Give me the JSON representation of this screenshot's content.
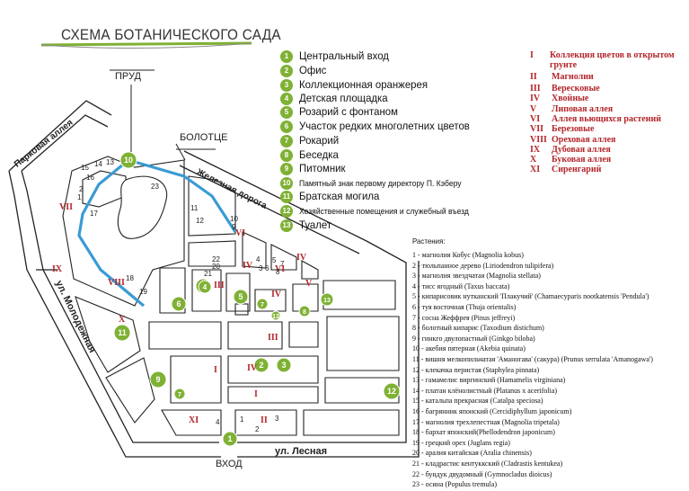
{
  "title": "СХЕМА БОТАНИЧЕСКОГО САДА",
  "map_labels": {
    "pond": "ПРУД",
    "swamp": "БОЛОТЦЕ",
    "park_alley": "Парковая аллея",
    "railway": "Железная дорога",
    "molodezhnaya": "ул. Молодежная",
    "lesnaya": "ул. Лесная",
    "entrance": "ВХОД"
  },
  "legend": [
    {
      "num": "1",
      "text": "Центральный вход"
    },
    {
      "num": "2",
      "text": "Офис"
    },
    {
      "num": "3",
      "text": "Коллекционная оранжерея"
    },
    {
      "num": "4",
      "text": "Детская площадка"
    },
    {
      "num": "5",
      "text": "Розарий с фонтаном"
    },
    {
      "num": "6",
      "text": "Участок редких многолетних цветов"
    },
    {
      "num": "7",
      "text": "Рокарий"
    },
    {
      "num": "8",
      "text": "Беседка"
    },
    {
      "num": "9",
      "text": "Питомник"
    },
    {
      "num": "10",
      "text": "Памятный знак первому директору П. Кэберу"
    },
    {
      "num": "11",
      "text": "Братская могила"
    },
    {
      "num": "12",
      "text": "Хозяйственные помещения и служебный въезд"
    },
    {
      "num": "13",
      "text": "Туалет"
    }
  ],
  "alleys": [
    {
      "roman": "I",
      "text": "Коллекция цветов в открытом грунте"
    },
    {
      "roman": "II",
      "text": "Магнолии"
    },
    {
      "roman": "III",
      "text": "Вересковые"
    },
    {
      "roman": "IV",
      "text": "Хвойные"
    },
    {
      "roman": "V",
      "text": "Липовая аллея"
    },
    {
      "roman": "VI",
      "text": "Аллея вьющихся растений"
    },
    {
      "roman": "VII",
      "text": "Березовые"
    },
    {
      "roman": "VIII",
      "text": "Ореховая аллея"
    },
    {
      "roman": "IX",
      "text": "Дубовая аллея"
    },
    {
      "roman": "X",
      "text": "Буковая аллея"
    },
    {
      "roman": "XI",
      "text": "Сиренгарий"
    }
  ],
  "plants_title": "Растения:",
  "plants": [
    "1 - магнолия Кобус (Magnolia kobus)",
    "2 - тюльпанное дерево (Liriodendron tulipifera)",
    "3 - магнолия звездчатая (Magnolia stellata)",
    "4 - тисс ягодный (Taxus baccata)",
    "5 - кипарисовик нутканский 'Плакучий' (Chamaecyparis nootkatensis 'Pendula')",
    "6 - туя восточная (Thuja orientalis)",
    "7 - сосна Жеффрея (Pinus jeffreyi)",
    "8 - болотный кипарис (Taxodium distichum)",
    "9 - гинкго двулопастный (Ginkgo biloba)",
    "10 - акебия пятерная (Akebia quinata)",
    "11 - вишня мелкопильчатая 'Аманогава' (сакура) (Prunus serrulata 'Amanogawa')",
    "12 - клекачка перистая (Staphylea pinnata)",
    "13 - гамамелис виргинский (Hamamelis virginiana)",
    "14 - платан клёнолистный (Platanus x acerifolia)",
    "15 - катальпа прекрасная (Catalpa speciosa)",
    "16 - багрянник японский (Cercidiphyllum japonicum)",
    "17 - магнолия трехлепестная (Magnolia tripetala)",
    "18 - бархат японский(Phellodendron japonicum)",
    "19 - грецкий орех (Juglans regia)",
    "20 - аралия китайская (Aralia chinensis)",
    "21 - кладрастис кентуккский (Cladrastis kentukea)",
    "22 - бундук двудомный (Gymnocladus dioicus)",
    "23 - осина (Populus tremula)"
  ],
  "colors": {
    "green": "#7fb134",
    "red": "#b3262b",
    "blue": "#3a9bd5",
    "outline": "#222"
  }
}
